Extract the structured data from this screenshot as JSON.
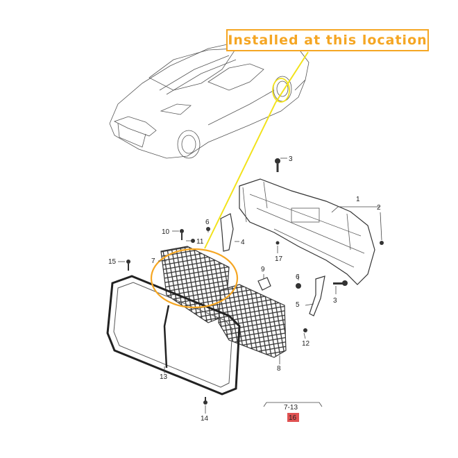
{
  "callout": {
    "text": "Installed at this location",
    "color": "#f5a623"
  },
  "highlight_color": "#f5a623",
  "pointer_color": "#f2e21a",
  "badge_color": "#e05252",
  "part_labels": {
    "p1": "1",
    "p2": "2",
    "p3a": "3",
    "p3b": "3",
    "p4": "4",
    "p5": "5",
    "p6a": "6",
    "p6b": "6",
    "p7": "7",
    "p8": "8",
    "p9": "9",
    "p10": "10",
    "p11": "11",
    "p12": "12",
    "p13": "13",
    "p14": "14",
    "p15": "15",
    "p17": "17"
  },
  "reference": {
    "range": "7-13",
    "page": "16"
  }
}
